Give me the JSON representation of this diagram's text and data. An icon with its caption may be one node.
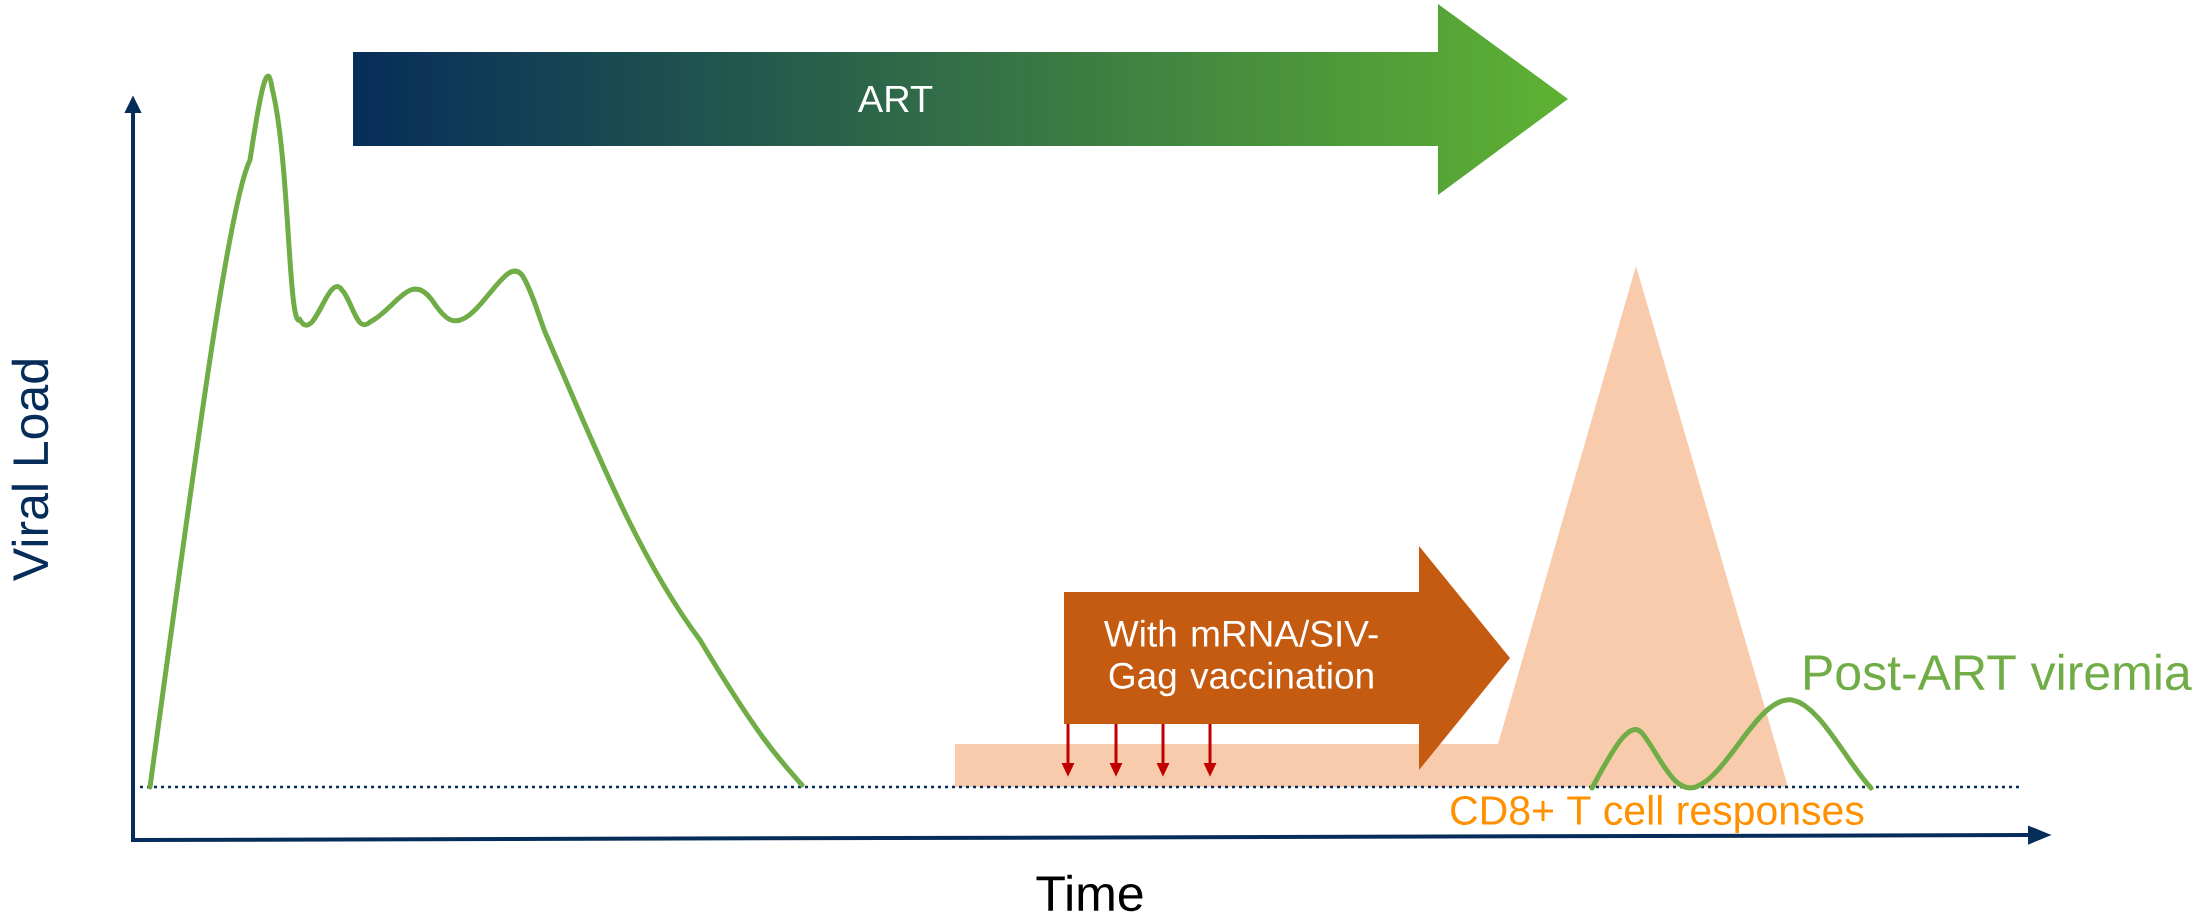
{
  "diagram": {
    "nodes": [
      {
        "text": [
          "ART"
        ]
      },
      {
        "text": [
          "With mRNA/SIV-Gag vaccination"
        ]
      }
    ],
    "labels": [
      "Viral Load",
      "Time",
      "Post-ART viremia",
      "CD8+ T cell responses"
    ]
  }
}
